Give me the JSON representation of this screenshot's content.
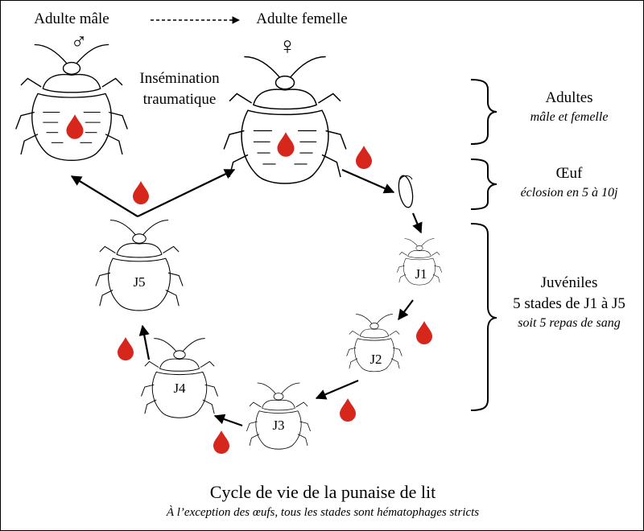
{
  "top": {
    "male_label": "Adulte mâle",
    "female_label": "Adulte femelle",
    "male_symbol": "♂",
    "female_symbol": "♀",
    "insemination_line1": "Insémination",
    "insemination_line2": "traumatique"
  },
  "stages": {
    "j1": "J1",
    "j2": "J2",
    "j3": "J3",
    "j4": "J4",
    "j5": "J5"
  },
  "groups": {
    "adults_title": "Adultes",
    "adults_sub": "mâle et femelle",
    "egg_title": "Œuf",
    "egg_sub": "éclosion en 5 à 10j",
    "juveniles_title": "Juvéniles",
    "juveniles_line2": "5 stades de J1 à J5",
    "juveniles_sub": "soit 5 repas de sang"
  },
  "caption": {
    "title": "Cycle de vie de la punaise de lit",
    "subtitle": "À l’exception des œufs, tous les stades sont hématophages stricts"
  },
  "colors": {
    "blood": "#d7261b",
    "ink": "#000000"
  }
}
